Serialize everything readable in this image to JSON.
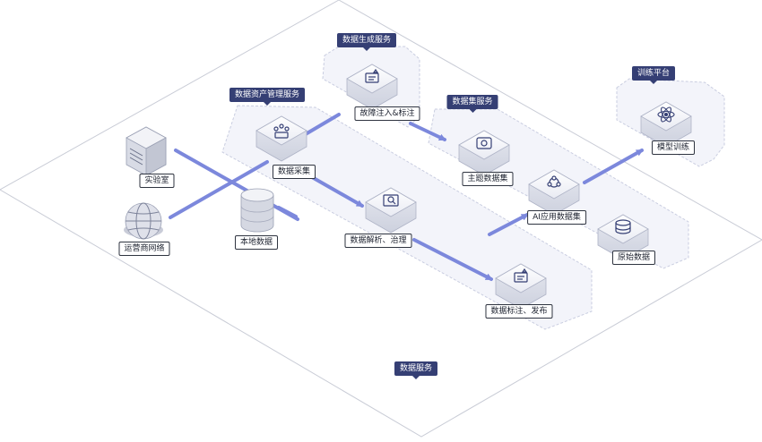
{
  "zones": {
    "data_service": "数据服务",
    "asset_mgmt": "数据资产管理服务",
    "generation": "数据生成服务",
    "dataset": "数据集服务",
    "training": "训练平台"
  },
  "nodes": {
    "lab": "实验室",
    "carrier_network": "运营商网络",
    "local_data": "本地数据",
    "collection": "数据采集",
    "fault_injection": "故障注入&标注",
    "parsing": "数据解析、治理",
    "annotation": "数据标注、发布",
    "topic_dataset": "主题数据集",
    "ai_dataset": "AI应用数据集",
    "raw_data": "原始数据",
    "model_training": "模型训练"
  },
  "colors": {
    "accent": "#353f74",
    "arrow": "#7c88dc",
    "platform_fill": "#f3f4fa",
    "tray_stroke": "#c9cde0"
  },
  "icons": {
    "lab": "server-icon",
    "carrier_network": "globe-icon",
    "local_data": "database-icon",
    "collection": "data-collect-icon",
    "fault_injection": "clipboard-icon",
    "parsing": "document-search-icon",
    "annotation": "clipboard-icon",
    "topic_dataset": "target-icon",
    "ai_dataset": "network-icon",
    "raw_data": "stack-icon",
    "model_training": "atom-icon"
  }
}
